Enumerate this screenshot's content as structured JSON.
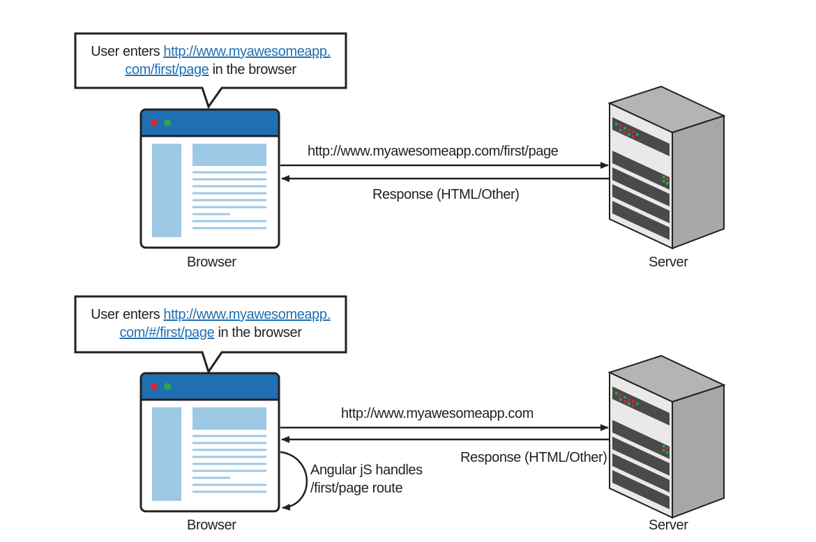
{
  "colors": {
    "link": "#1f6fb2",
    "browser_bar": "#1f6fb2",
    "browser_panel": "#9dc8e6",
    "dot_red": "#d8262e",
    "dot_green": "#2ba84a",
    "server_dark": "#4a4a4a"
  },
  "top": {
    "callout": {
      "prefix": "User enters ",
      "link_line1": "http://www.myawesomeapp.",
      "link_line2": "com/first/page",
      "suffix": " in the browser"
    },
    "request_label": "http://www.myawesomeapp.com/first/page",
    "response_label": "Response (HTML/Other)",
    "browser_label": "Browser",
    "server_label": "Server"
  },
  "bottom": {
    "callout": {
      "prefix": "User enters ",
      "link_line1": "http://www.myawesomeapp.",
      "link_line2": "com/#/first/page",
      "suffix": " in the browser"
    },
    "request_label": "http://www.myawesomeapp.com",
    "response_label": "Response (HTML/Other)",
    "loop_label_line1": "Angular jS handles",
    "loop_label_line2": "/first/page route",
    "browser_label": "Browser",
    "server_label": "Server"
  }
}
